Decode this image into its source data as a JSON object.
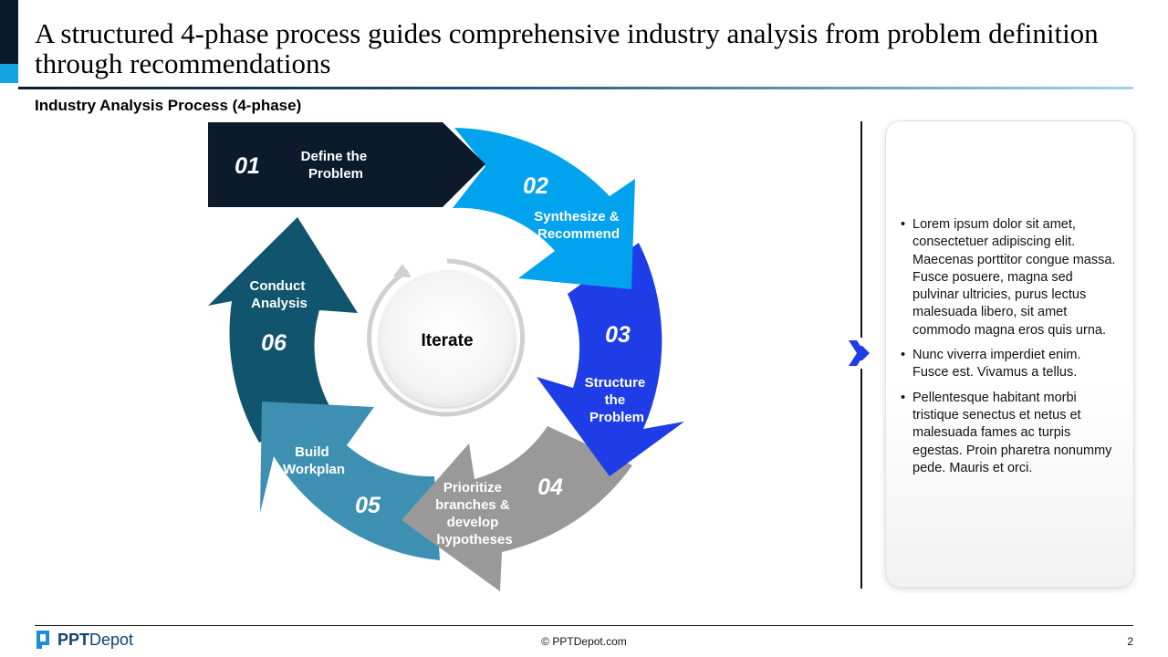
{
  "title": "A structured 4-phase process guides comprehensive industry analysis from problem definition through recommendations",
  "subtitle": "Industry Analysis Process (4-phase)",
  "center_label": "Iterate",
  "steps": [
    {
      "number": "01",
      "label_lines": [
        "Define the",
        "Problem"
      ],
      "color": "#0b1b2c"
    },
    {
      "number": "02",
      "label_lines": [
        "Synthesize &",
        "Recommend"
      ],
      "color": "#02a3ee"
    },
    {
      "number": "03",
      "label_lines": [
        "Structure",
        "the",
        "Problem"
      ],
      "color": "#1f3de6"
    },
    {
      "number": "04",
      "label_lines": [
        "Prioritize",
        "branches &",
        "develop",
        "hypotheses"
      ],
      "color": "#999999"
    },
    {
      "number": "05",
      "label_lines": [
        "Build",
        "Workplan"
      ],
      "color": "#3e90b2"
    },
    {
      "number": "06",
      "label_lines": [
        "Conduct",
        "Analysis"
      ],
      "color": "#10546e"
    }
  ],
  "panel_bullets": [
    "Lorem ipsum dolor sit amet, consectetuer adipiscing elit. Maecenas porttitor congue massa. Fusce posuere, magna sed pulvinar ultricies, purus lectus malesuada libero, sit amet commodo magna eros quis urna.",
    "Nunc viverra imperdiet enim. Fusce est. Vivamus a tellus.",
    "Pellentesque habitant morbi tristique senectus et netus et malesuada fames ac turpis egestas. Proin pharetra nonummy pede. Mauris et orci."
  ],
  "footer": {
    "logo_bold": "PPT",
    "logo_regular": "Depot",
    "copyright": "© PPTDepot.com",
    "page_number": "2"
  },
  "colors": {
    "chevron": "#1f3de6",
    "title_rule_start": "#0b1b2c",
    "title_rule_end": "#9fd3f2"
  },
  "icons": [
    "cycle-arrow-icon",
    "double-chevron-right-icon",
    "pptdepot-logo-icon"
  ]
}
